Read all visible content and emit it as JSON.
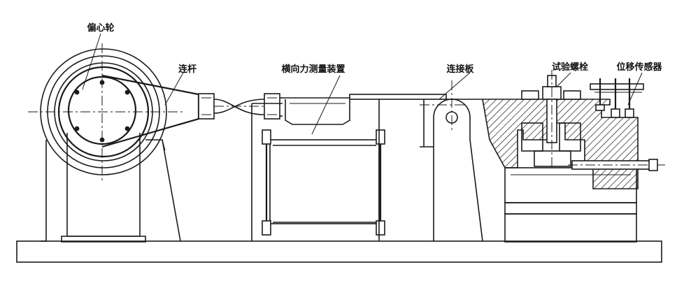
{
  "diagram": {
    "labels": {
      "eccentric_wheel": "偏心轮",
      "connecting_rod": "连杆",
      "transverse_force_device": "横向力测量装置",
      "connecting_plate": "连接板",
      "test_bolt": "试验螺栓",
      "displacement_sensor": "位移传感器"
    }
  }
}
